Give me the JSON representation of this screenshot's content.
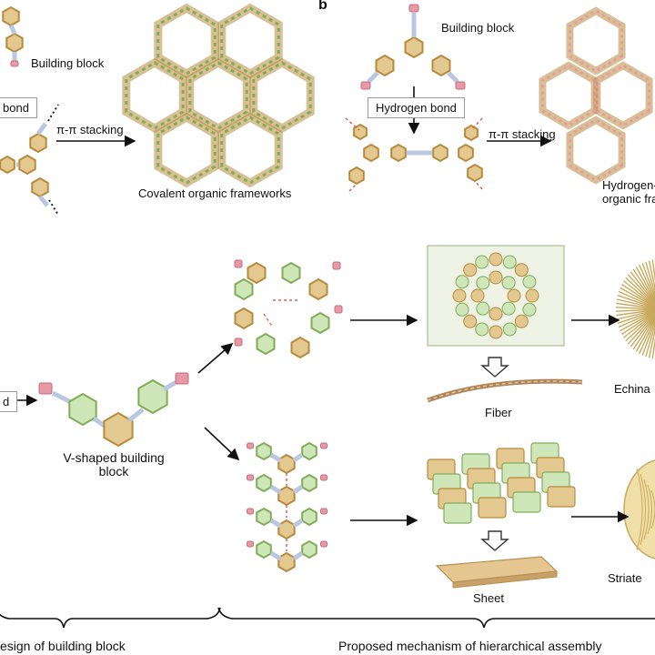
{
  "panels": {
    "b": "b"
  },
  "labels": {
    "building_block_left": "Building block",
    "bond_left": "bond",
    "pi_stacking_left": "π-π stacking",
    "cof": "Covalent organic frameworks",
    "building_block_right": "Building block",
    "hydrogen_bond": "Hydrogen bond",
    "pi_stacking_right": "π-π stacking",
    "hof_line1": "Hydrogen-",
    "hof_line2": "organic fra",
    "bond_mid": "d",
    "v_shaped": "V-shaped building block",
    "fiber": "Fiber",
    "echina": "Echina",
    "sheet": "Sheet",
    "striate": "Striate",
    "design": "esign of building block",
    "mechanism": "Proposed mechanism of hierarchical assembly"
  },
  "colors": {
    "gold": "#e3c98f",
    "gold_edge": "#b88a3c",
    "green": "#cfe6b8",
    "green_edge": "#7fae57",
    "pink": "#e69aa6",
    "link": "#b9c7e0",
    "hbond": "#e0604f"
  }
}
